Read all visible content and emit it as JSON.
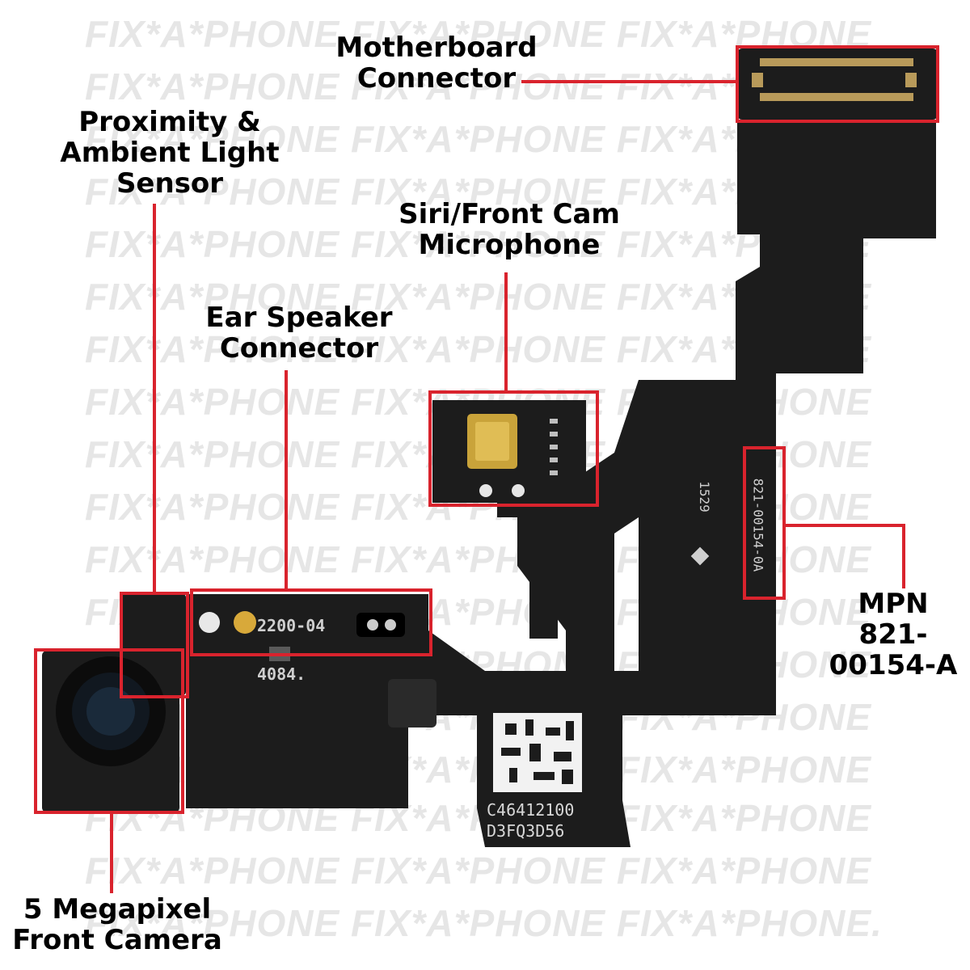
{
  "watermark": {
    "text": "FIX*A*PHONE FIX*A*PHONE FIX*A*PHONE",
    "last_text": "FIX*A*PHONE FIX*A*PHONE FIX*A*PHONE."
  },
  "labels": {
    "motherboard": [
      "Motherboard",
      "Connector"
    ],
    "proximity": [
      "Proximity &",
      "Ambient Light",
      "Sensor"
    ],
    "siri": [
      "Siri/Front Cam",
      "Microphone"
    ],
    "ear": [
      "Ear Speaker",
      "Connector"
    ],
    "mpn": [
      "MPN",
      "821-",
      "00154-A"
    ],
    "camera": [
      "5 Megapixel",
      "Front Camera"
    ]
  },
  "board_print": {
    "chip_code": "2200-04",
    "chip_code2": "4084.",
    "qr_line1": "C46412100",
    "qr_line2": "D3FQ3D56",
    "mpn_print": "821-00154-0A",
    "date_print": "1529"
  },
  "colors": {
    "highlight": "#d9232d",
    "flex": "#1c1c1c",
    "watermark": "#e6e6e6"
  }
}
